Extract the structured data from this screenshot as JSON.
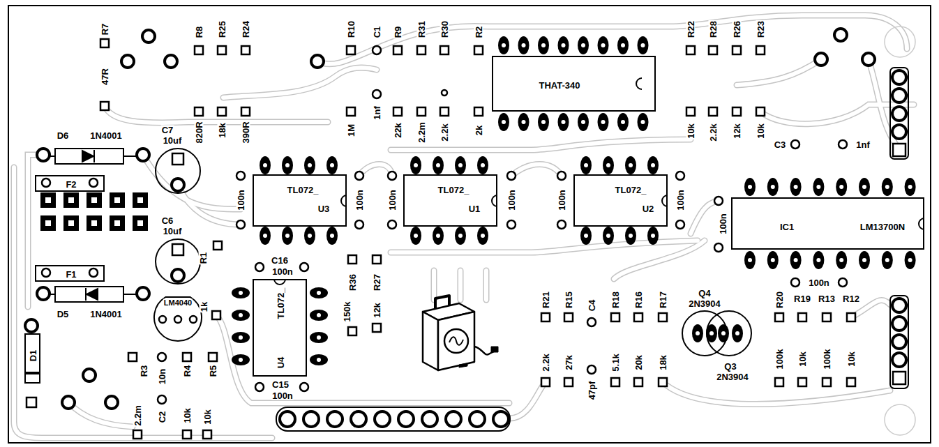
{
  "diagram": {
    "nodes": [
      {
        "text": [
          "THAT-340"
        ]
      },
      {
        "text": [
          "D6",
          "1N4001"
        ]
      },
      {
        "text": [
          "C7",
          "10uf"
        ]
      },
      {
        "text": [
          "TL072_",
          "U3"
        ]
      },
      {
        "text": [
          "TL072_",
          "U1"
        ]
      },
      {
        "text": [
          "TL072_",
          "U2"
        ]
      },
      {
        "text": [
          "F2"
        ]
      },
      {
        "text": [
          "IC1",
          "LM13700N"
        ]
      },
      {
        "text": [
          "C6",
          "10uf"
        ]
      },
      {
        "text": [
          "F1"
        ]
      },
      {
        "text": [
          "TL072_",
          "U4"
        ]
      },
      {
        "text": [
          "D5",
          "1N4001"
        ]
      },
      {
        "text": [
          "LM4040"
        ]
      },
      {
        "text": [
          "Q4",
          "2N3904"
        ]
      },
      {
        "text": [
          "Q3",
          "2N3904"
        ]
      },
      {
        "text": [
          "D1"
        ]
      }
    ],
    "labels": [
      "R7",
      "47R",
      "R8",
      "R25",
      "R24",
      "820R",
      "18k",
      "390R",
      "R10",
      "C1",
      "R9",
      "R31",
      "R30",
      "R2",
      "1M",
      "1nf",
      "22k",
      "2.2m",
      "2.2k",
      "2k",
      "R22",
      "R28",
      "R26",
      "R23",
      "10k",
      "2.2k",
      "12k",
      "10k",
      "C3",
      "1nf",
      "100n",
      "100n",
      "100n",
      "100n",
      "100n",
      "100n",
      "100n",
      "100n",
      "R1",
      "1k",
      "C16",
      "100n",
      "C15",
      "100n",
      "R36",
      "R27",
      "150k",
      "12k",
      "R3",
      "10n",
      "R4",
      "R5",
      "2.2m",
      "C2",
      "10k",
      "10k",
      "R21",
      "R15",
      "C4",
      "R18",
      "R16",
      "R17",
      "2.2k",
      "27k",
      "47pf",
      "5.1k",
      "20k",
      "18k",
      "R20",
      "R19",
      "R13",
      "R12",
      "100k",
      "10k",
      "100k",
      "10k"
    ]
  }
}
